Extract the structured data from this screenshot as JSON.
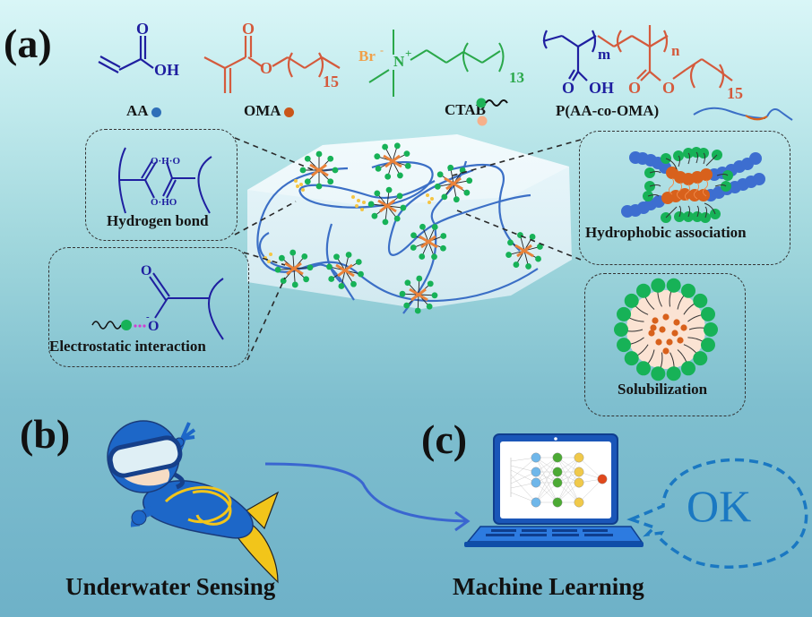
{
  "panels": {
    "a": {
      "label": "(a)"
    },
    "b": {
      "label": "(b)",
      "caption": "Underwater Sensing"
    },
    "c": {
      "label": "(c)",
      "caption": "Machine Learning",
      "bubble_text": "OK"
    }
  },
  "monomers": [
    {
      "name": "AA",
      "dot_color": "#2f6fb8",
      "structure_text": "OH",
      "structure_o": "O"
    },
    {
      "name": "OMA",
      "dot_color": "#c9561a",
      "structure_o1": "O",
      "structure_o2": "O",
      "repeat": "15"
    },
    {
      "name": "CTAB",
      "dot_color": "#1db257",
      "counter_ion": "Br",
      "counter_charge": "-",
      "cation": "N",
      "cation_charge": "+",
      "repeat": "13",
      "second_dot_color": "#f6b08a"
    },
    {
      "name": "P(AA-co-OMA)",
      "sub_m": "m",
      "sub_n": "n",
      "atoms": [
        "O",
        "OH",
        "O",
        "O"
      ],
      "repeat": "15"
    }
  ],
  "interactions": {
    "hydrogen_bond": {
      "label": "Hydrogen bond",
      "atoms_top": "O·H·O",
      "atoms_bottom": "O·HO"
    },
    "electrostatic": {
      "label": "Electrostatic interaction",
      "atom": "O",
      "charge": "-"
    },
    "hydrophobic": {
      "label": "Hydrophobic association"
    },
    "solubilization": {
      "label": "Solubilization"
    }
  },
  "colors": {
    "aa_blue": "#1f1fa0",
    "oma_red": "#d45a3c",
    "ctab_green": "#2aa84a",
    "br_orange": "#f0a04a",
    "chain_blue": "#3b6fc6",
    "micelle_green": "#17b257",
    "core_orange": "#d8611c",
    "hbond_yellow": "#f5c542",
    "pink": "#d23cd2"
  }
}
